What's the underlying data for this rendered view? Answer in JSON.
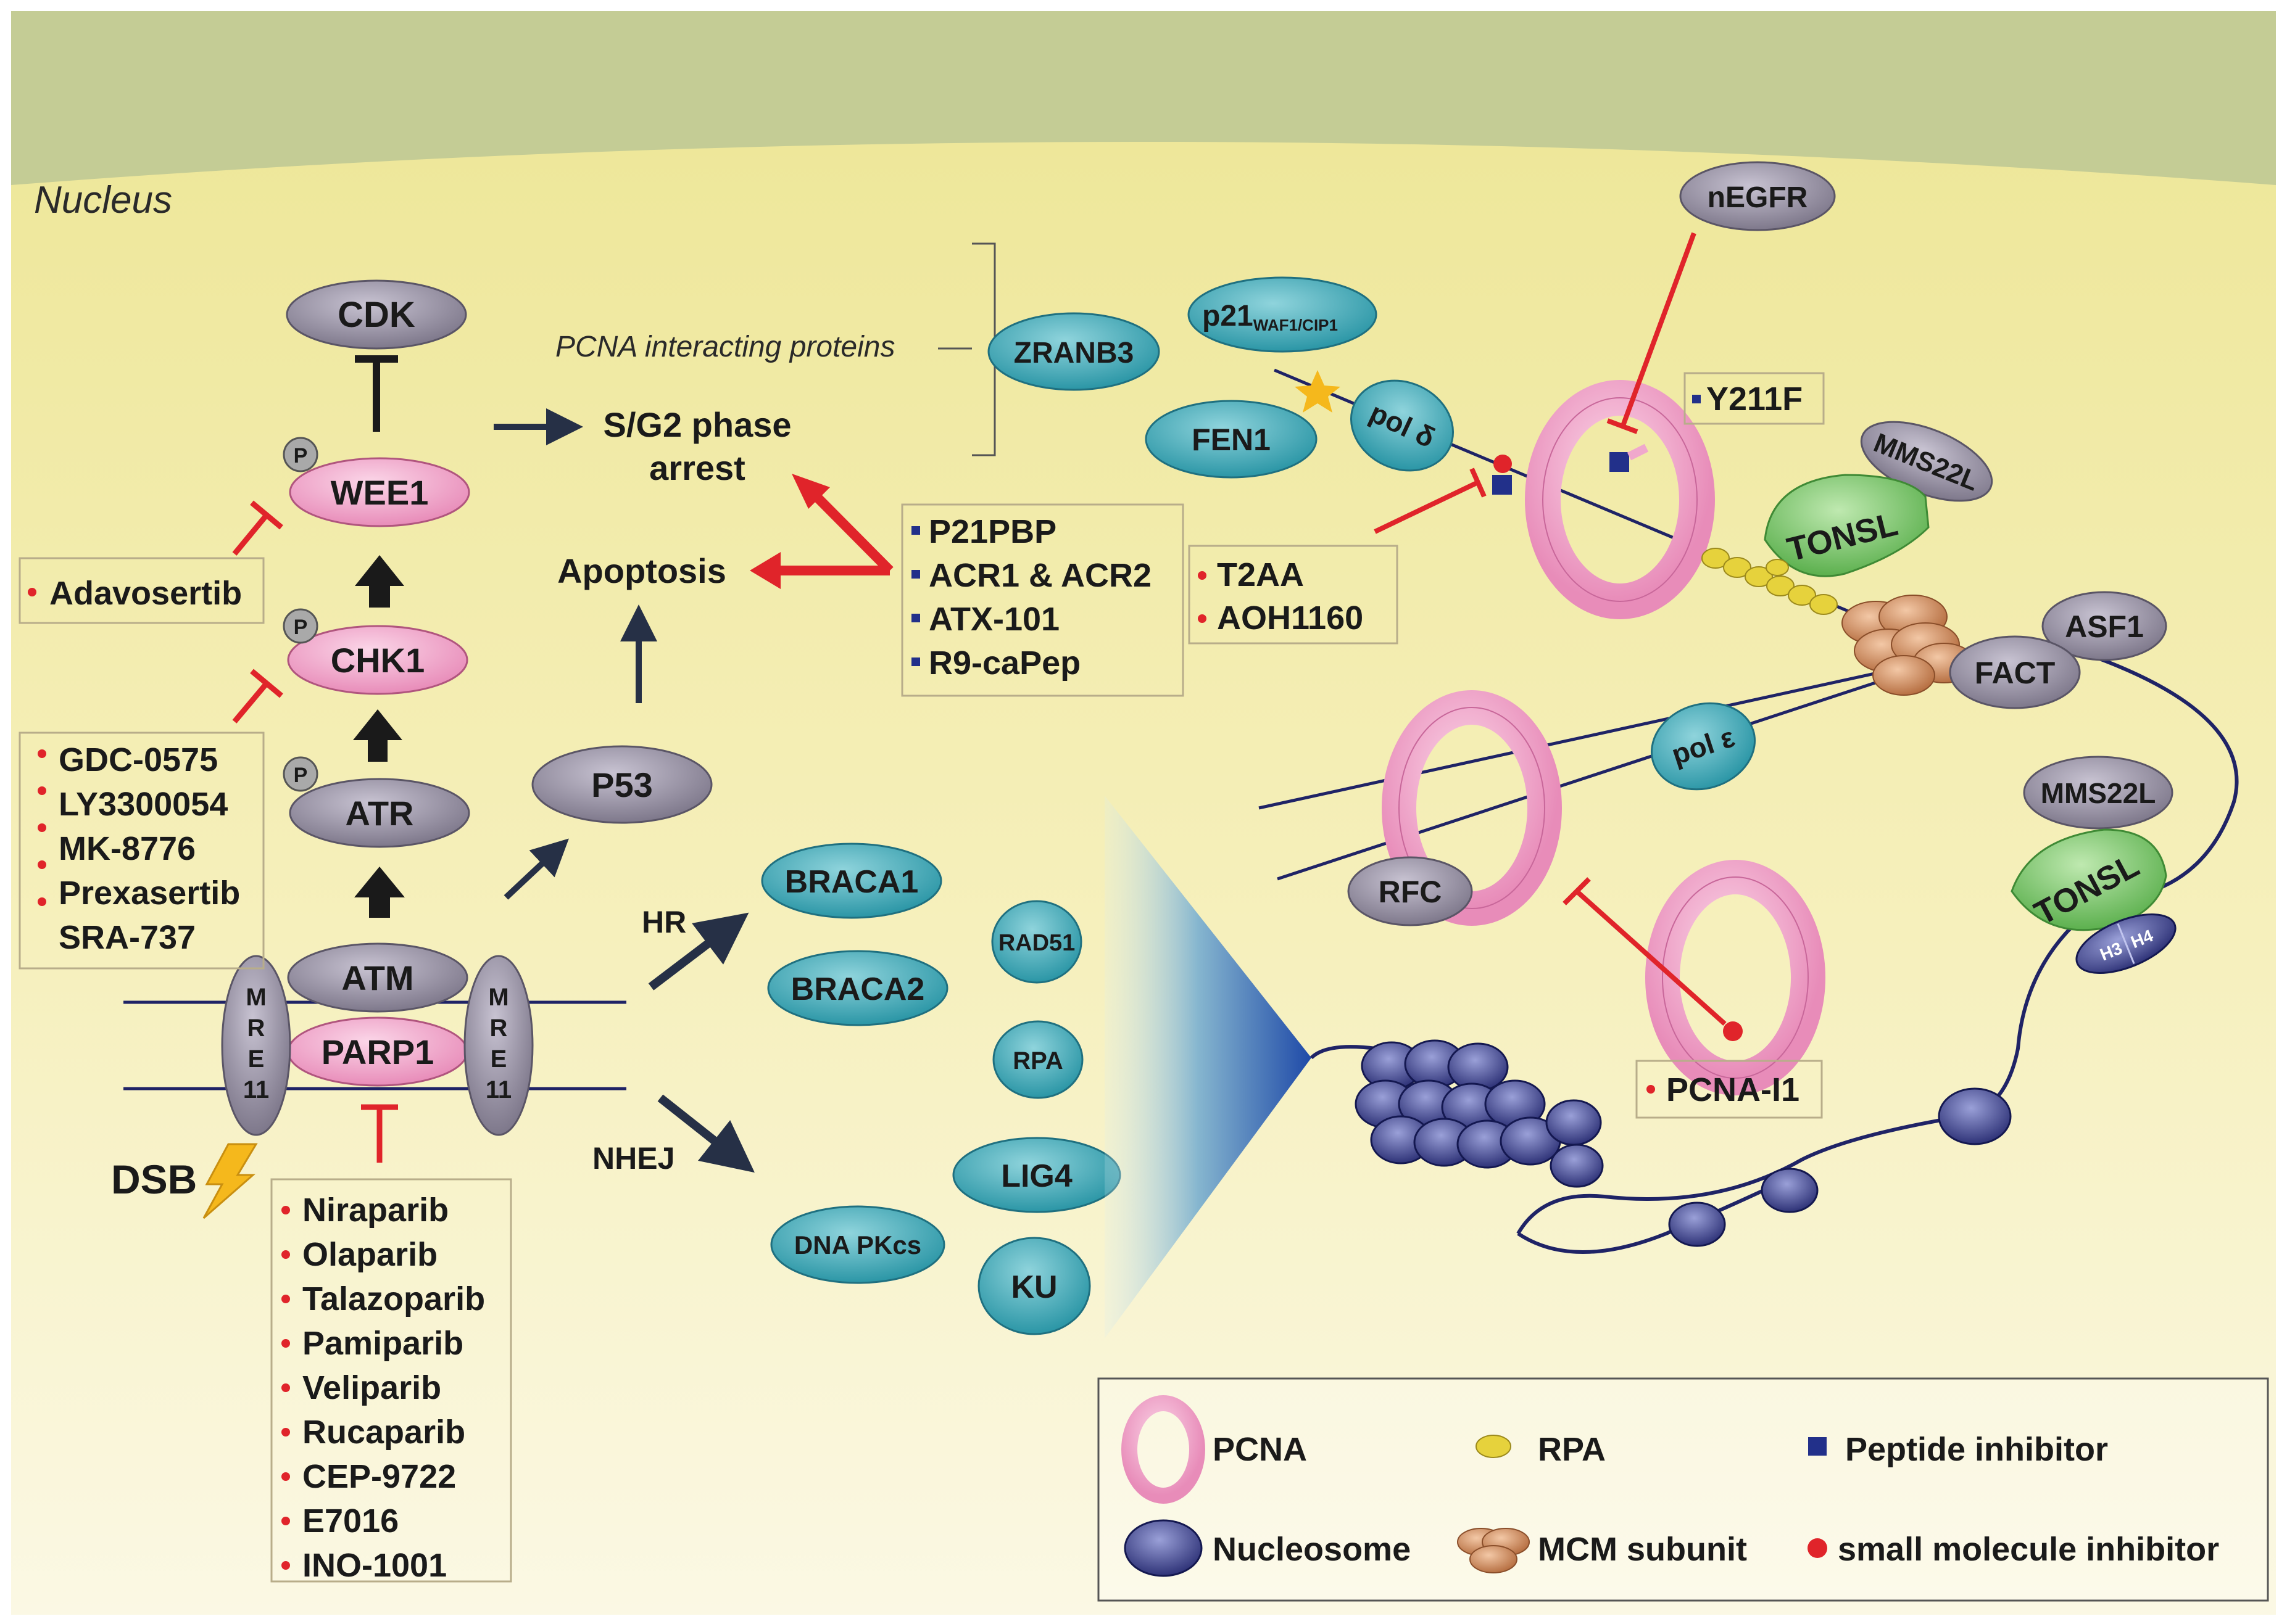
{
  "nucleus_label": "Nucleus",
  "proteins": {
    "cdk": "CDK",
    "wee1": "WEE1",
    "chk1": "CHK1",
    "atr": "ATR",
    "atm": "ATM",
    "parp1": "PARP1",
    "p53": "P53",
    "mre11_letters": [
      "M",
      "R",
      "E",
      "11"
    ],
    "zranb3": "ZRANB3",
    "fen1": "FEN1",
    "p21": "p21",
    "p21_sub": "WAF1/CIP1",
    "pol_delta": "pol δ",
    "pol_epsilon": "pol ε",
    "negfr": "nEGFR",
    "tonsl": "TONSL",
    "mms22l": "MMS22L",
    "asf1": "ASF1",
    "fact": "FACT",
    "rfc": "RFC",
    "braca1": "BRACA1",
    "braca2": "BRACA2",
    "rad51": "RAD51",
    "rpa": "RPA",
    "lig4": "LIG4",
    "dna_pkcs": "DNA PKcs",
    "ku": "KU",
    "h3": "H3",
    "h4": "H4",
    "p_mark": "P"
  },
  "labels": {
    "pcna_interacting": "PCNA interacting proteins",
    "sg2_line1": "S/G2 phase",
    "sg2_line2": "arrest",
    "apoptosis": "Apoptosis",
    "hr": "HR",
    "nhej": "NHEJ",
    "dsb": "DSB"
  },
  "inhibitors": {
    "adavosertib": [
      "Adavosertib"
    ],
    "chk1_list": [
      "GDC-0575",
      "LY3300054",
      "MK-8776",
      "Prexasertib",
      "SRA-737"
    ],
    "parp_list": [
      "Niraparib",
      "Olaparib",
      "Talazoparib",
      "Pamiparib",
      "Veliparib",
      "Rucaparib",
      "CEP-9722",
      "E7016",
      "INO-1001"
    ],
    "peptide_list": [
      "P21PBP",
      "ACR1 & ACR2",
      "ATX-101",
      "R9-caPep"
    ],
    "t2aa_list": [
      "T2AA",
      "AOH1160"
    ],
    "y211f": "Y211F",
    "pcna_i1": "PCNA-I1"
  },
  "legend": {
    "pcna": "PCNA",
    "rpa": "RPA",
    "peptide": "Peptide inhibitor",
    "nucleosome": "Nucleosome",
    "mcm": "MCM subunit",
    "small_molecule": "small molecule inhibitor"
  },
  "colors": {
    "nucleus_top": "#c4cc95",
    "nucleus_fill": "#f4ecab",
    "grey_protein": "#908a9c",
    "pink_protein": "#f0a8cc",
    "teal_protein": "#3aa6b4",
    "green_protein": "#7cc870",
    "inhibit_red": "#e0242a",
    "dna_navy": "#1f2366",
    "peptide_blue": "#22308a",
    "mcm_brown": "#c0784a",
    "rpa_yellow": "#e6d23c"
  }
}
